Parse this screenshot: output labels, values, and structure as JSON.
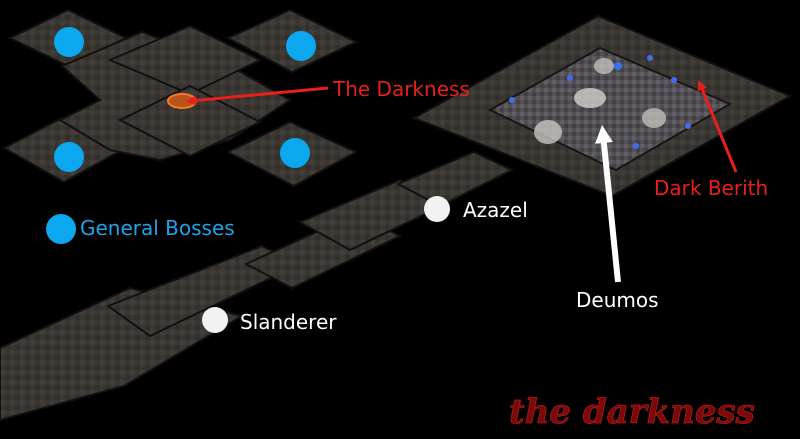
{
  "map": {
    "bg_color": "#000000",
    "floor_color": "#3a3632",
    "wall_color": "#1e1c1a",
    "arrow_red": "#e8201c",
    "arrow_white": "#ffffff",
    "boss_dot_blue": "#0ba7ef",
    "boss_dot_white": "#f2f2f2"
  },
  "labels": {
    "the_darkness": "The Darkness",
    "dark_berith": "Dark Berith",
    "deumos": "Deumos",
    "azazel": "Azazel",
    "slanderer": "Slanderer",
    "general_bosses": "General Bosses"
  },
  "legend": {
    "icon": "blue-circle-icon"
  },
  "logo": {
    "text": "the darkness",
    "color": "#7a0a0a"
  }
}
